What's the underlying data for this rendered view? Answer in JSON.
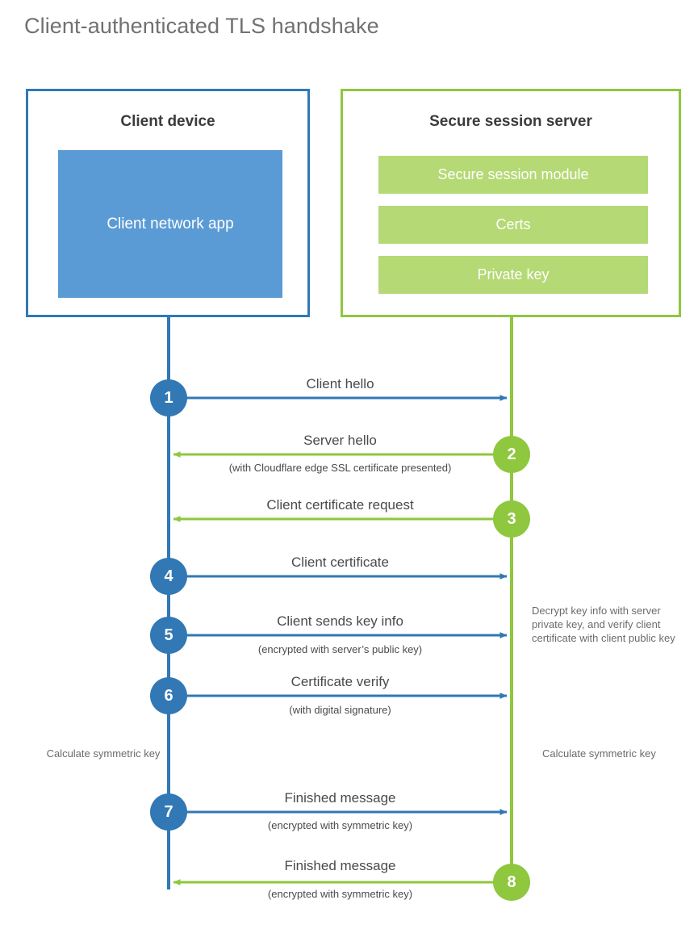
{
  "title": "Client-authenticated TLS handshake",
  "colors": {
    "client_blue": "#3178b5",
    "client_app_blue": "#5b9bd5",
    "server_green": "#8fc73e",
    "server_bar_green": "#b5d975",
    "title_gray": "#6f7173",
    "text_gray": "#4a4a4c",
    "note_gray": "#6a6b6d"
  },
  "client": {
    "title": "Client device",
    "app_label": "Client network app"
  },
  "server": {
    "title": "Secure session server",
    "bars": [
      {
        "label": "Secure session module"
      },
      {
        "label": "Certs"
      },
      {
        "label": "Private key"
      }
    ]
  },
  "notes": {
    "server_decrypt": "Decrypt key info with server private key, and verify client certificate with client public key",
    "client_calc": "Calculate symmetric key",
    "server_calc": "Calculate symmetric key"
  },
  "steps": [
    {
      "number": "1",
      "label": "Client hello",
      "sub": "",
      "direction": "client-to-server",
      "origin": "client"
    },
    {
      "number": "2",
      "label": "Server hello",
      "sub": "(with Cloudflare edge SSL certificate presented)",
      "direction": "server-to-client",
      "origin": "server"
    },
    {
      "number": "3",
      "label": "Client certificate request",
      "sub": "",
      "direction": "server-to-client",
      "origin": "server"
    },
    {
      "number": "4",
      "label": "Client certificate",
      "sub": "",
      "direction": "client-to-server",
      "origin": "client"
    },
    {
      "number": "5",
      "label": "Client sends key info",
      "sub": "(encrypted with server’s public key)",
      "direction": "client-to-server",
      "origin": "client"
    },
    {
      "number": "6",
      "label": "Certificate verify",
      "sub": "(with digital signature)",
      "direction": "client-to-server",
      "origin": "client"
    },
    {
      "number": "7",
      "label": "Finished message",
      "sub": "(encrypted with symmetric key)",
      "direction": "client-to-server",
      "origin": "client"
    },
    {
      "number": "8",
      "label": "Finished message",
      "sub": "(encrypted with symmetric key)",
      "direction": "server-to-client",
      "origin": "server"
    }
  ]
}
